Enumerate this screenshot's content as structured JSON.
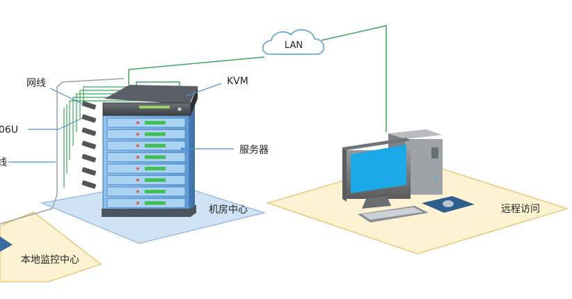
{
  "labels": {
    "lan": "LAN",
    "kvm": "KVM",
    "network_cable": "网线",
    "model_partial": "06U",
    "cable_partial": "线",
    "servers": "服务器",
    "server_room": "机房中心",
    "remote_access": "远程访问",
    "local_monitoring": "本地监控中心"
  },
  "colors": {
    "network_line": "#3aa65a",
    "callout_line": "#4a90c8",
    "floor_blue": "#cfe3f5",
    "floor_yellow": "#fdf3d2",
    "server_blue": "#7ab4e6",
    "screen_blue": "#1aa8e6"
  },
  "icons": [
    "cloud-icon",
    "server-rack-icon",
    "kvm-switch-icon",
    "desktop-computer-icon",
    "keyboard-icon",
    "mouse-icon",
    "cable-adapter-icon"
  ]
}
